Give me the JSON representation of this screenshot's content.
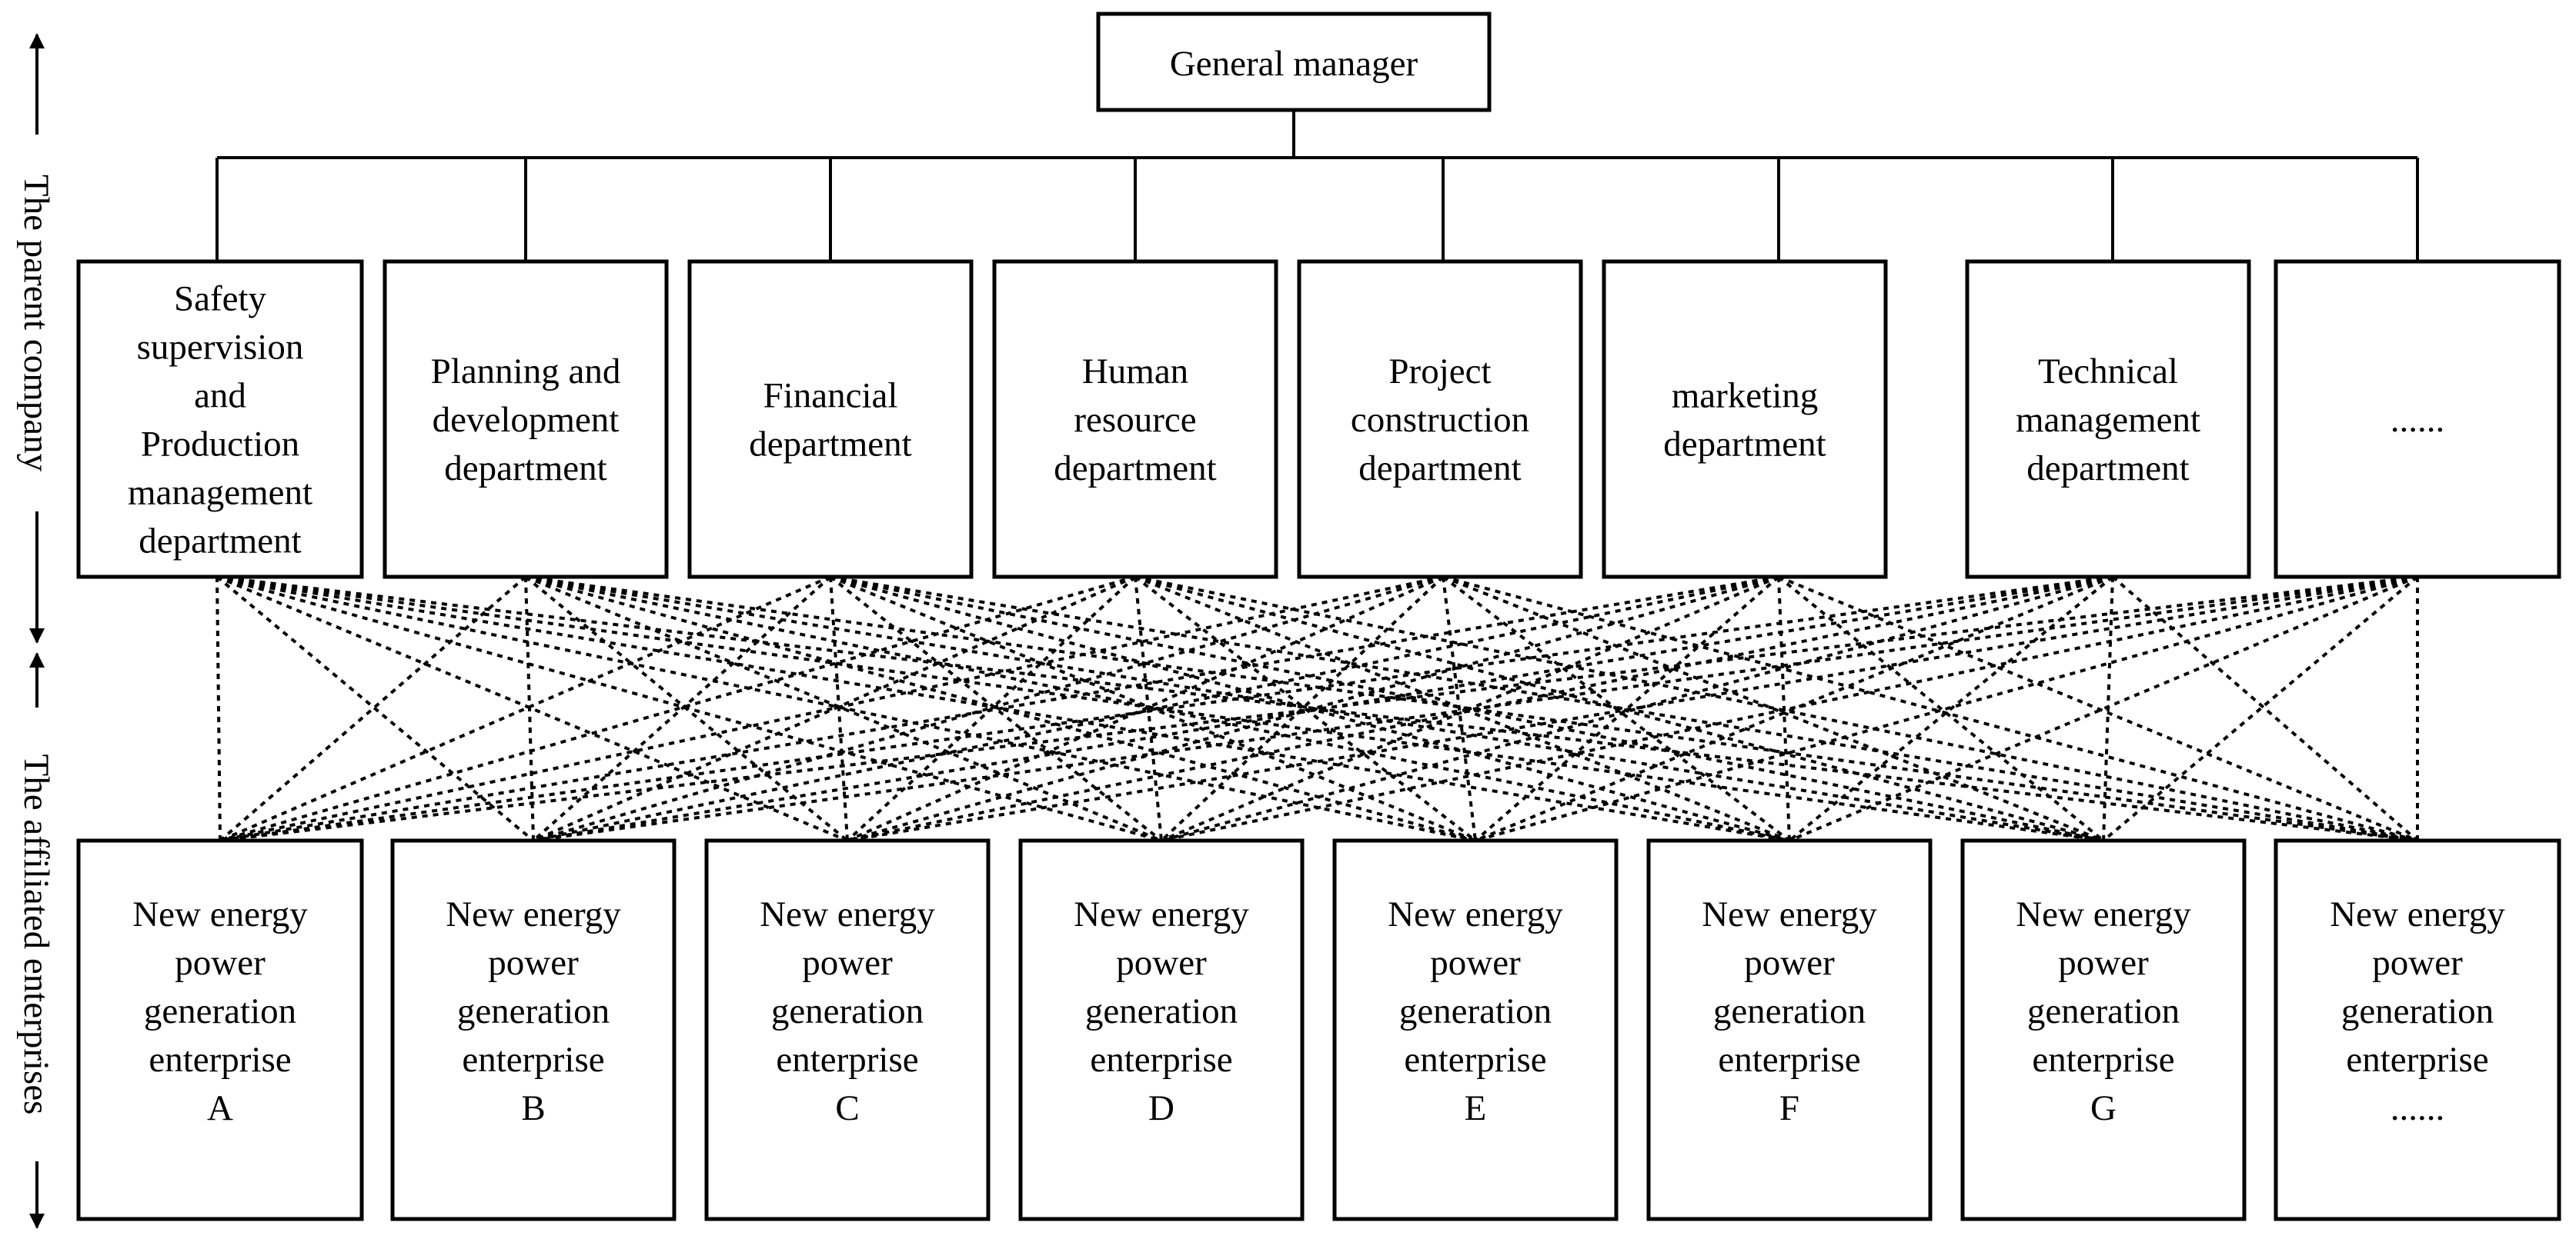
{
  "general_manager": "General manager",
  "side_labels": {
    "parent": "The parent company",
    "affiliated": "The affiliated enterprises"
  },
  "departments": [
    {
      "lines": [
        "Safety",
        "supervision",
        "and",
        "Production",
        "management",
        "department"
      ]
    },
    {
      "lines": [
        "Planning and",
        "development",
        "department"
      ]
    },
    {
      "lines": [
        "Financial",
        "department"
      ]
    },
    {
      "lines": [
        "Human",
        "resource",
        "department"
      ]
    },
    {
      "lines": [
        "Project",
        "construction",
        "department"
      ]
    },
    {
      "lines": [
        "marketing",
        "department"
      ]
    },
    {
      "lines": [
        "Technical",
        "management",
        "department"
      ]
    },
    {
      "lines": [
        "......"
      ]
    }
  ],
  "enterprises": [
    {
      "lines": [
        "New energy",
        "power",
        "generation",
        "enterprise",
        "A"
      ]
    },
    {
      "lines": [
        "New energy",
        "power",
        "generation",
        "enterprise",
        "B"
      ]
    },
    {
      "lines": [
        "New energy",
        "power",
        "generation",
        "enterprise",
        "C"
      ]
    },
    {
      "lines": [
        "New energy",
        "power",
        "generation",
        "enterprise",
        "D"
      ]
    },
    {
      "lines": [
        "New energy",
        "power",
        "generation",
        "enterprise",
        "E"
      ]
    },
    {
      "lines": [
        "New energy",
        "power",
        "generation",
        "enterprise",
        "F"
      ]
    },
    {
      "lines": [
        "New energy",
        "power",
        "generation",
        "enterprise",
        "G"
      ]
    },
    {
      "lines": [
        "New energy",
        "power",
        "generation",
        "enterprise",
        "......"
      ]
    }
  ]
}
